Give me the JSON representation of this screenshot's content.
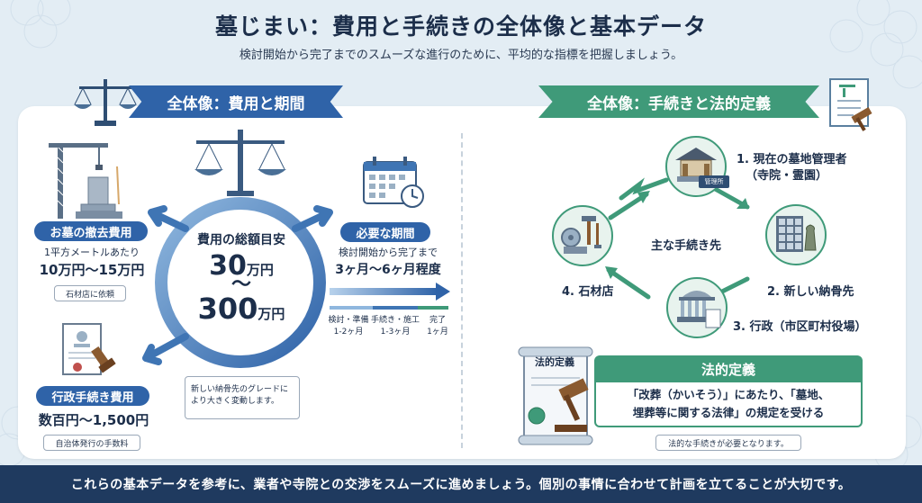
{
  "header": {
    "title": "墓じまい：費用と手続きの全体像と基本データ",
    "subtitle": "検討開始から完了までのスムーズな進行のために、平均的な指標を把握しましょう。"
  },
  "left": {
    "ribbon": "全体像：費用と期間",
    "removal": {
      "pill": "お墓の撤去費用",
      "line1": "1平方メートルあたり",
      "line2": "10万円～15万円",
      "tag": "石材店に依頼"
    },
    "admin": {
      "pill": "行政手続き費用",
      "line1": "数百円～1,500円",
      "tag": "自治体発行の手数料"
    },
    "total": {
      "label": "費用の総額目安",
      "min": "30",
      "max": "300",
      "unit": "万円",
      "tilde": "～"
    },
    "note": "新しい納骨先のグレードにより大きく変動します。",
    "period": {
      "pill": "必要な期間",
      "line1": "検討開始から完了まで",
      "line2": "3ヶ月～6ヶ月程度",
      "phases": [
        {
          "name": "検討・準備",
          "dur": "1-2ヶ月"
        },
        {
          "name": "手続き・施工",
          "dur": "1-3ヶ月"
        },
        {
          "name": "完了",
          "dur": "1ヶ月"
        }
      ]
    }
  },
  "right": {
    "ribbon": "全体像：手続きと法的定義",
    "center_label": "主な手続き先",
    "nodes": {
      "n1_line1": "1. 現在の墓地管理者",
      "n1_line2": "（寺院・霊園）",
      "n2": "2. 新しい納骨先",
      "n3": "3. 行政（市区町村役場）",
      "n4": "4. 石材店",
      "office_sign": "管理所"
    },
    "legal": {
      "scroll_label": "法的定義",
      "header": "法的定義",
      "line1": "「改葬（かいそう）」にあたり、「墓地、",
      "line2": "埋葬等に関する法律」の規定を受ける",
      "tag": "法的な手続きが必要となります。"
    }
  },
  "footer": {
    "text": "これらの基本データを参考に、業者や寺院との交渉をスムーズに進めましょう。個別の事情に合わせて計画を立てることが大切です。"
  },
  "colors": {
    "navy": "#1f3a5f",
    "blue": "#2f63a8",
    "green": "#3f9a79",
    "background": "#e3edf4"
  },
  "icons": [
    "scale-icon",
    "crane-icon",
    "grave-icon",
    "document-icon",
    "stamp-icon",
    "calendar-icon",
    "clock-icon",
    "temple-icon",
    "columbarium-icon",
    "city-hall-icon",
    "stone-cutter-icon",
    "gavel-icon",
    "scroll-icon"
  ]
}
